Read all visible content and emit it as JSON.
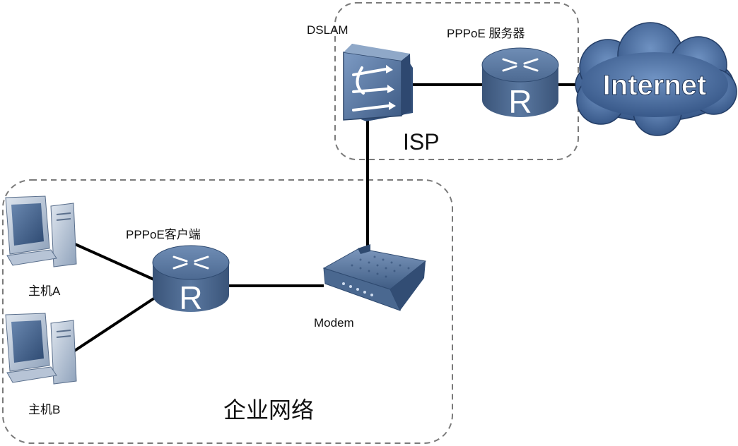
{
  "labels": {
    "dslam": "DSLAM",
    "pppoe_server": "PPPoE 服务器",
    "isp": "ISP",
    "internet": "Internet",
    "pppoe_client": "PPPoE客户端",
    "host_a": "主机A",
    "host_b": "主机B",
    "modem": "Modem",
    "enterprise": "企业网络",
    "router_glyph": "R"
  },
  "colors": {
    "device_dark": "#3c587c",
    "device_mid": "#5d7aa1",
    "device_light": "#8fa8c8",
    "cloud": "#3b5d8c",
    "link": "#000000",
    "region_border": "#7a7a7a"
  }
}
